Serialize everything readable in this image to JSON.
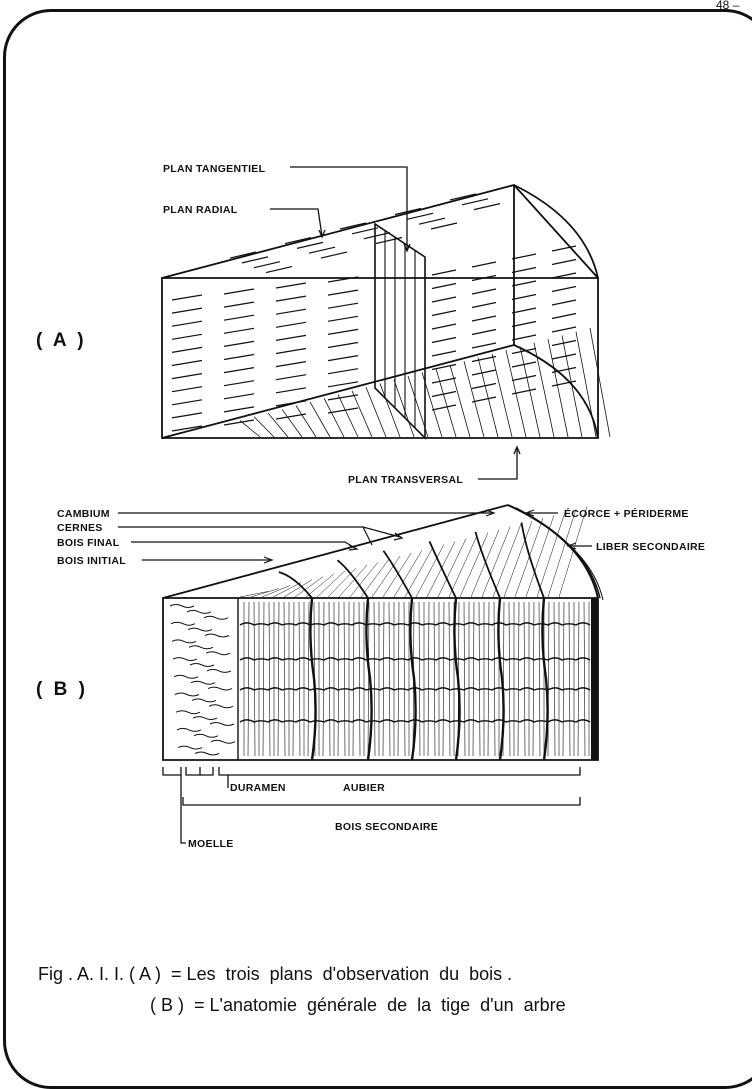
{
  "page_number": "48 –",
  "panel_a": {
    "panel_label": "( A )",
    "labels": {
      "tangential": "PLAN  TANGENTIEL",
      "radial": "PLAN  RADIAL",
      "transverse": "PLAN  TRANSVERSAL"
    }
  },
  "panel_b": {
    "panel_label": "( B )",
    "labels": {
      "cambium": "CAMBIUM",
      "cernes": "CERNES",
      "bois_final": "BOIS FINAL",
      "bois_initial": "BOIS INITIAL",
      "ecorce": "ÉCORCE + PÉRIDERME",
      "liber": "LIBER  SECONDAIRE",
      "duramen": "DURAMEN",
      "aubier": "AUBIER",
      "bois_secondaire": "BOIS   SECONDAIRE",
      "moelle": "MOELLE"
    }
  },
  "caption": {
    "line1": "Fig . A. I. I. ( A )  = Les  trois  plans  d'observation  du  bois .",
    "line2": "( B )  = L'anatomie  générale  de  la  tige  d'un  arbre"
  },
  "colors": {
    "ink": "#111111",
    "paper": "#ffffff"
  }
}
